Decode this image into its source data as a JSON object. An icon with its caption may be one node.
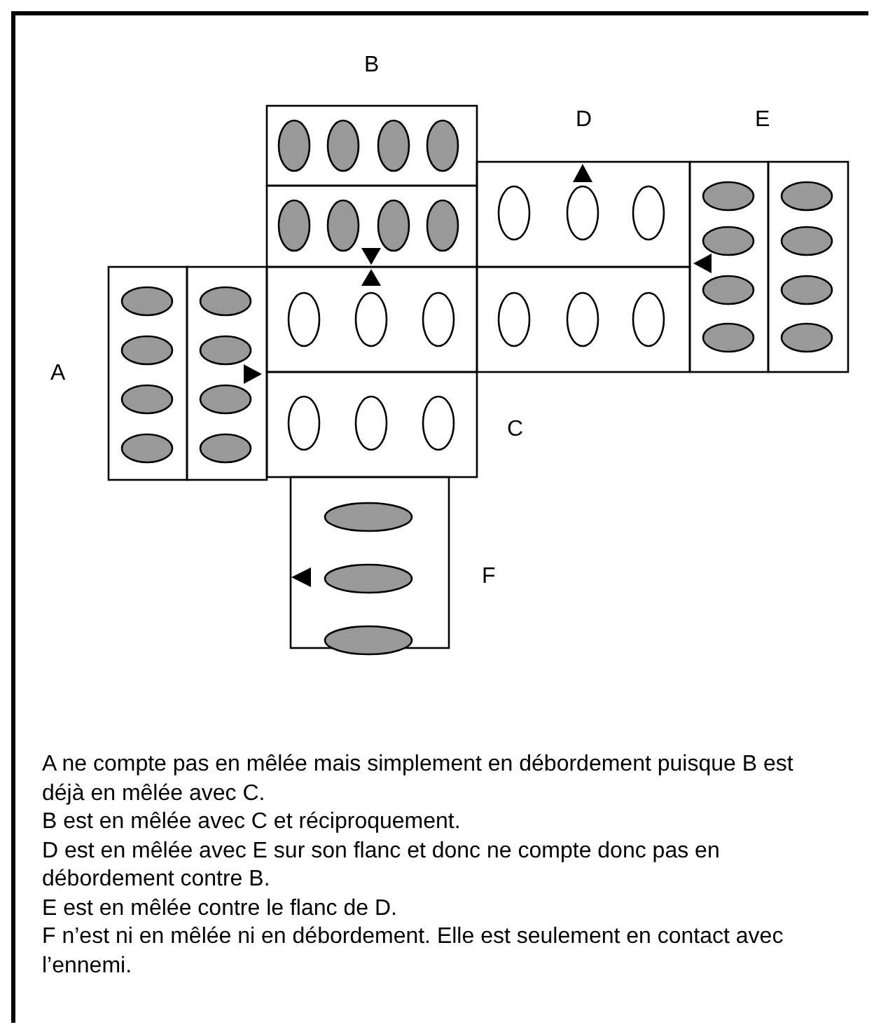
{
  "diagram": {
    "nodes": [
      {
        "text": [
          "A"
        ]
      },
      {
        "text": [
          "B"
        ]
      },
      {
        "text": [
          "C"
        ]
      },
      {
        "text": [
          "D"
        ]
      },
      {
        "text": [
          "E"
        ]
      },
      {
        "text": [
          "F"
        ]
      }
    ],
    "labels": [
      "A ne compte pas en mêlée mais simplement en débordement puisque B est déjà en mêlée avec C.",
      "B est en mêlée avec C et réciproquement.",
      "D est en mêlée avec E sur son flanc et donc ne compte donc pas en débordement contre B.",
      "E est en mêlée contre le flanc de D.",
      "F n’est ni en mêlée ni en débordement. Elle est seulement en contact avec l’ennemi."
    ]
  }
}
